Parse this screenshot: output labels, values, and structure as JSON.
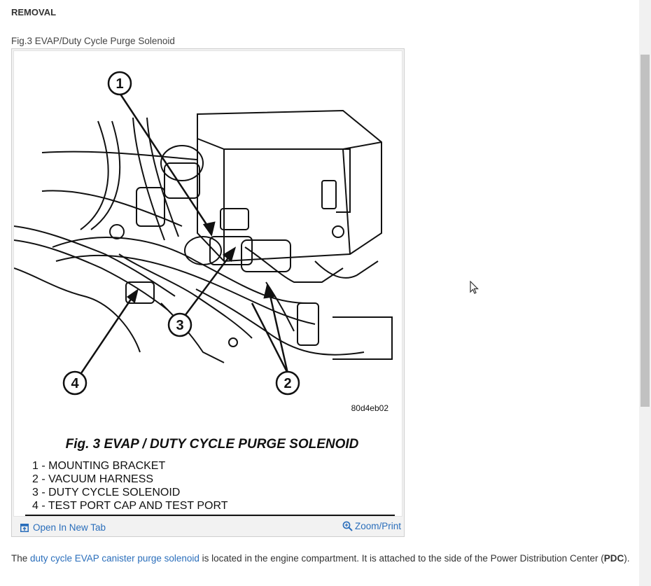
{
  "section": {
    "heading": "REMOVAL"
  },
  "figure": {
    "caption": "Fig.3 EVAP/Duty Cycle Purge Solenoid",
    "image_code": "80d4eb02",
    "title": "Fig. 3 EVAP / DUTY CYCLE PURGE SOLENOID",
    "callouts": [
      "1",
      "2",
      "3",
      "4"
    ],
    "legend": [
      "1 - MOUNTING BRACKET",
      "2 - VACUUM HARNESS",
      "3 - DUTY CYCLE SOLENOID",
      "4 - TEST PORT CAP AND TEST PORT"
    ],
    "open_label": "Open In New Tab",
    "zoom_label": "Zoom/Print"
  },
  "paragraph": {
    "before": "The ",
    "link": "duty cycle EVAP canister purge solenoid",
    "middle": " is located in the engine compartment. It is attached to the side of the Power Distribution Center (",
    "bold": "PDC",
    "after": ")."
  },
  "icons": {
    "open": "open-new-tab-icon",
    "zoom": "zoom-icon",
    "cursor": "mouse-pointer-icon"
  },
  "colors": {
    "link": "#2a6ebb",
    "text": "#333333"
  }
}
